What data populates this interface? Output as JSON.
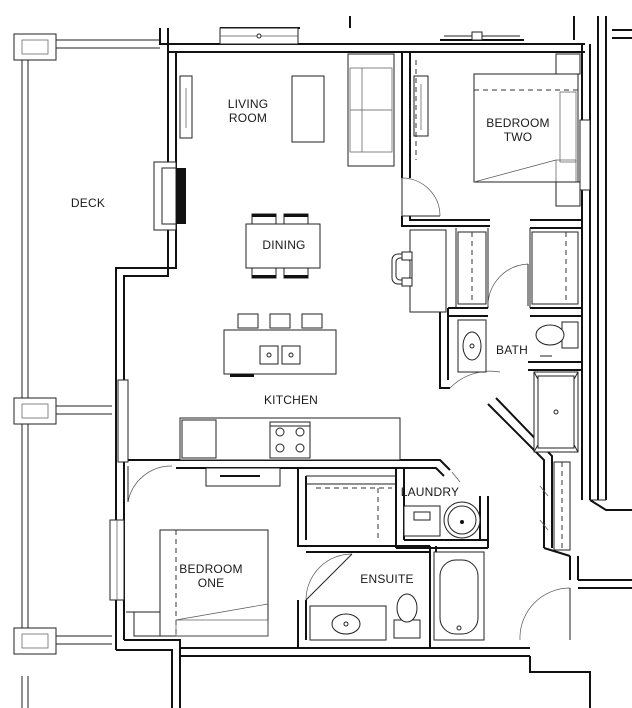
{
  "rooms": {
    "living": [
      "LIVING",
      "ROOM"
    ],
    "bedroom_two": [
      "BEDROOM",
      "TWO"
    ],
    "deck": "DECK",
    "dining": "DINING",
    "bath": "BATH",
    "kitchen": "KITCHEN",
    "laundry": "LAUNDRY",
    "bedroom_one": [
      "BEDROOM",
      "ONE"
    ],
    "ensuite": "ENSUITE"
  }
}
